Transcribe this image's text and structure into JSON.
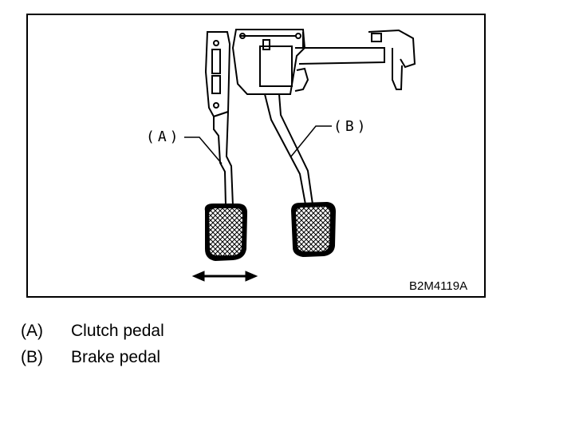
{
  "figure": {
    "callouts": [
      {
        "key": "A",
        "label": "(A)"
      },
      {
        "key": "B",
        "label": "(B)"
      }
    ],
    "code": "B2M4119A",
    "icons": [
      "double-arrow-icon"
    ]
  },
  "legend": [
    {
      "key": "(A)",
      "text": "Clutch pedal"
    },
    {
      "key": "(B)",
      "text": "Brake pedal"
    }
  ]
}
